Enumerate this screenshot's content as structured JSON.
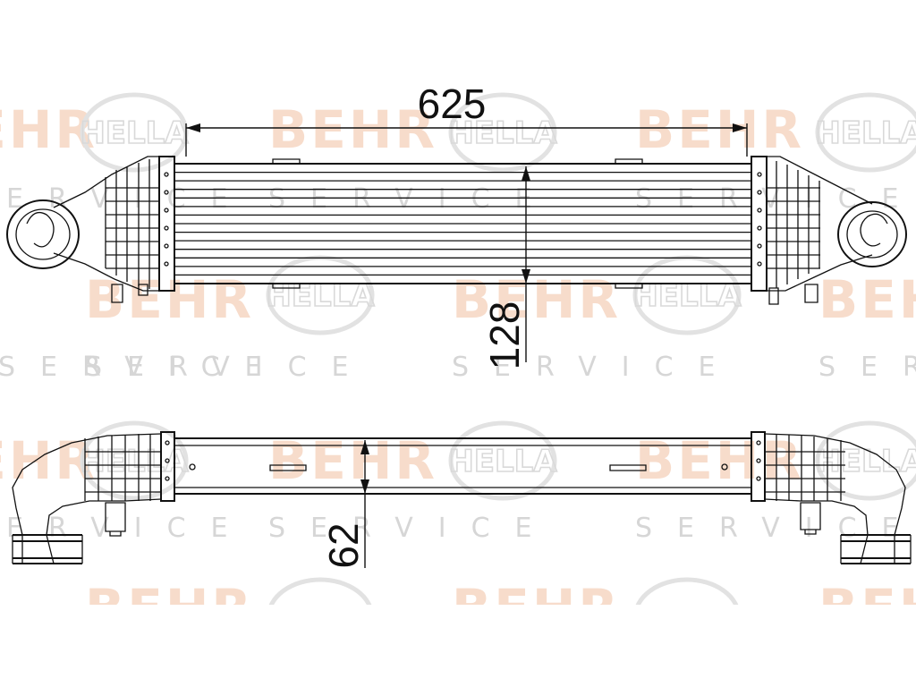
{
  "watermark": {
    "brand_1": "BEHR",
    "brand_2": "HELLA",
    "service": "SERVICE",
    "colors": {
      "behr": "#f7dccb",
      "hella": "#d9d9d9",
      "service": "#d6d6d6"
    }
  },
  "dimensions": {
    "length": "625",
    "height": "128",
    "depth": "62"
  }
}
